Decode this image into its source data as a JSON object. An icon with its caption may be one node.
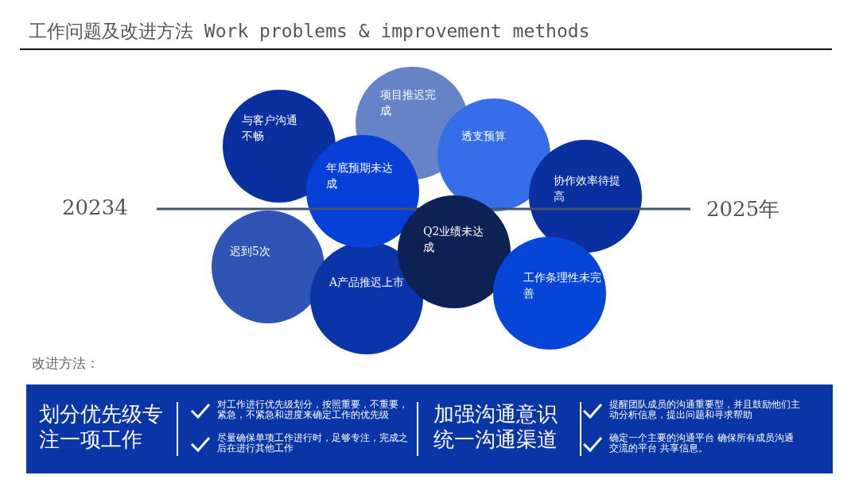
{
  "diagram": {
    "title": "工作问题及改进方法 Work problems & improvement methods",
    "nodes": [
      {
        "text": [
          "与客户沟通不畅"
        ]
      },
      {
        "text": [
          "项目推迟完成"
        ]
      },
      {
        "text": [
          "透支预算"
        ]
      },
      {
        "text": [
          "年底预期未达成"
        ]
      },
      {
        "text": [
          "协作效率待提高"
        ]
      },
      {
        "text": [
          "迟到5次"
        ]
      },
      {
        "text": [
          "A产品推迟上市"
        ]
      },
      {
        "text": [
          "Q2业绩未达成"
        ]
      },
      {
        "text": [
          "工作条理性未完善"
        ]
      },
      {
        "text": [
          "划分优先级专注一项工作",
          "对工作进行优先级划分，按照重要，不重要，紧急，不紧急和进度来确定工作的优先级",
          "尽量确保单项工作进行时，足够专注，完成之后在进行其他工作",
          "加强沟通意识统一沟通渠道",
          "提醒团队成员的沟通重要型，并且鼓励他们主动分析信息，提出问题和寻求帮助",
          "确定一个主要的沟通平台 确保所有成员沟通交流的平台 共享信息。"
        ]
      }
    ],
    "edges": [],
    "labels": [
      "20234",
      "2025年",
      "改进方法："
    ]
  }
}
